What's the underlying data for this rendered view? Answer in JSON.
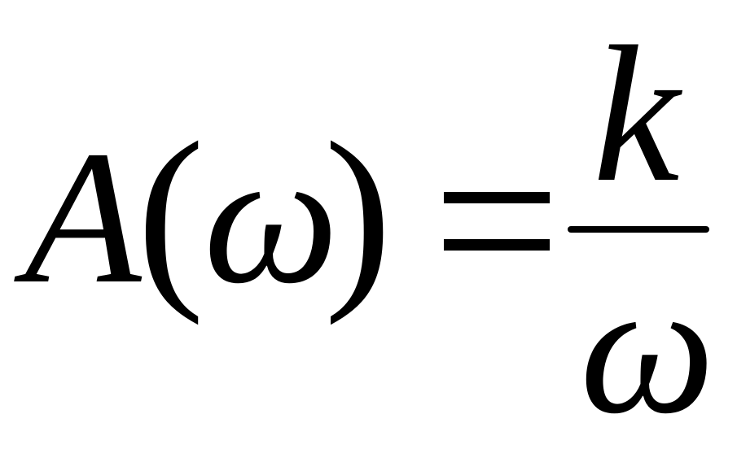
{
  "equation": {
    "function_name": "A",
    "open_paren": "(",
    "argument": "ω",
    "close_paren": ")",
    "numerator": "k",
    "denominator": "ω"
  }
}
